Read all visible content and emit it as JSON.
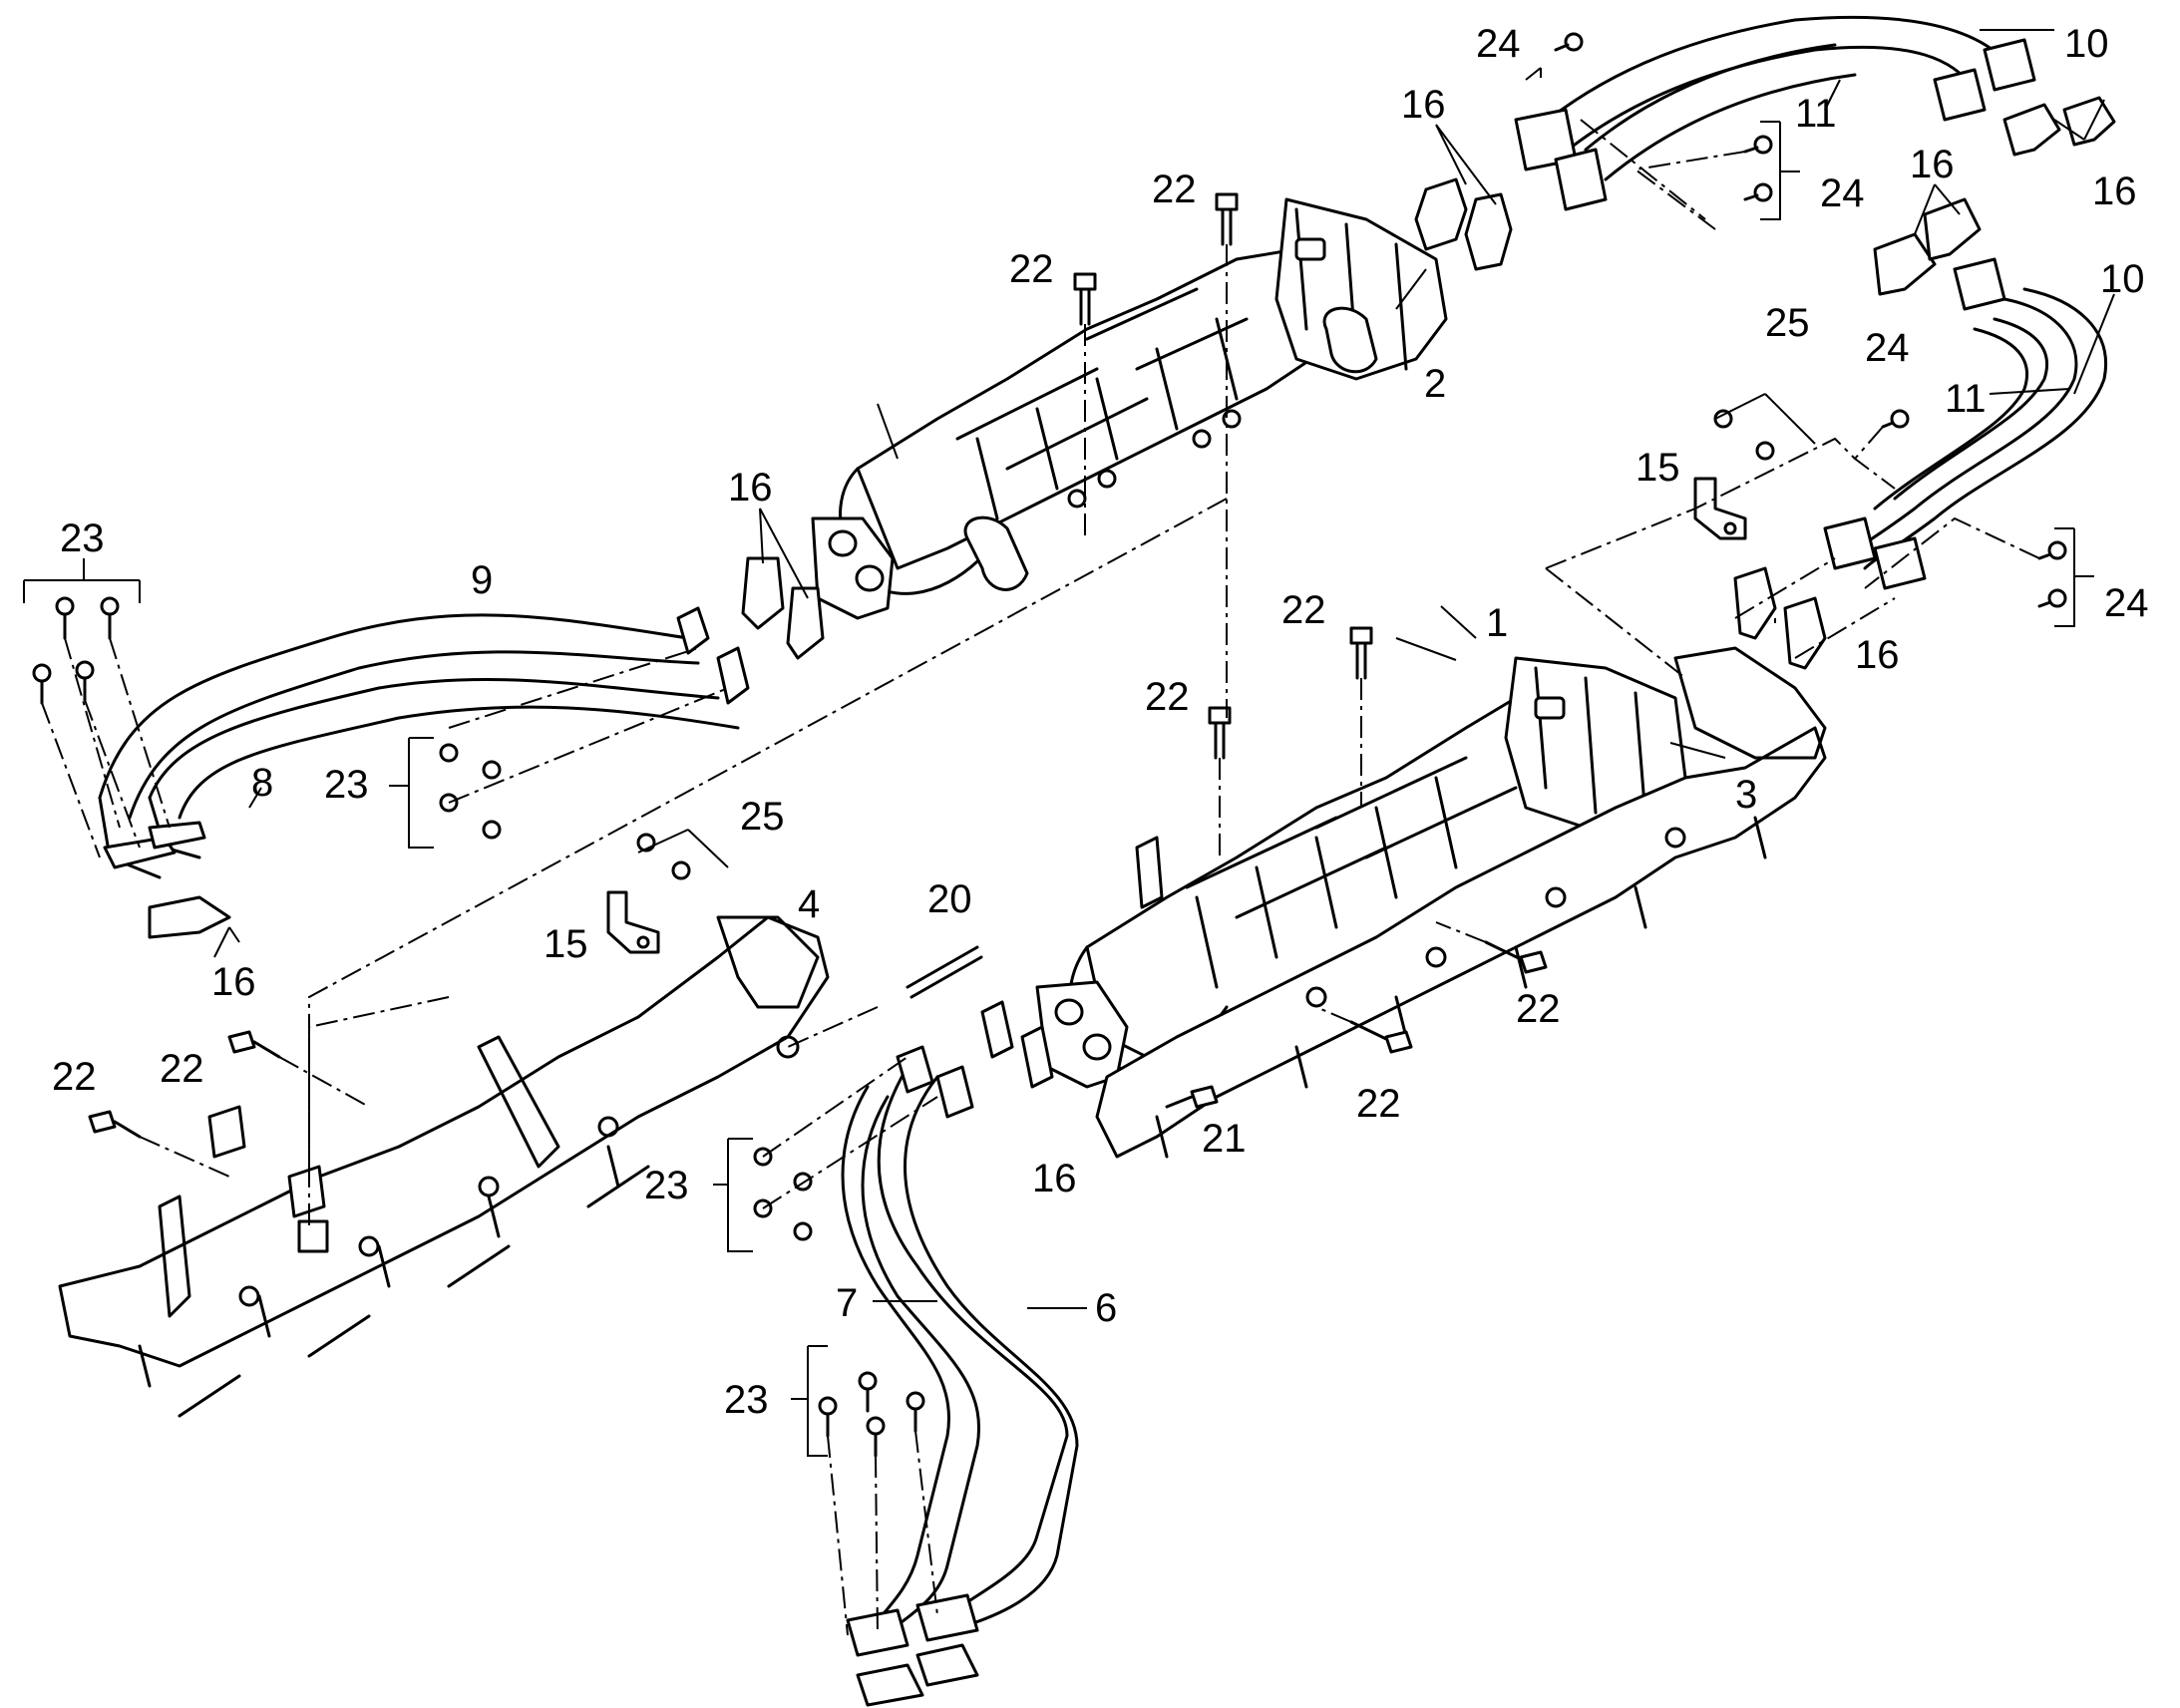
{
  "diagram": {
    "callouts": [
      {
        "id": "c1",
        "text": "1"
      },
      {
        "id": "c2",
        "text": "2"
      },
      {
        "id": "c3",
        "text": "3"
      },
      {
        "id": "c4",
        "text": "4"
      },
      {
        "id": "c6",
        "text": "6"
      },
      {
        "id": "c7",
        "text": "7"
      },
      {
        "id": "c8",
        "text": "8"
      },
      {
        "id": "c9",
        "text": "9"
      },
      {
        "id": "c10a",
        "text": "10"
      },
      {
        "id": "c10b",
        "text": "10"
      },
      {
        "id": "c11a",
        "text": "11"
      },
      {
        "id": "c11b",
        "text": "11"
      },
      {
        "id": "c15a",
        "text": "15"
      },
      {
        "id": "c15b",
        "text": "15"
      },
      {
        "id": "c16a",
        "text": "16"
      },
      {
        "id": "c16b",
        "text": "16"
      },
      {
        "id": "c16c",
        "text": "16"
      },
      {
        "id": "c16d",
        "text": "16"
      },
      {
        "id": "c16e",
        "text": "16"
      },
      {
        "id": "c16f",
        "text": "16"
      },
      {
        "id": "c16g",
        "text": "16"
      },
      {
        "id": "c20",
        "text": "20"
      },
      {
        "id": "c21",
        "text": "21"
      },
      {
        "id": "c22a",
        "text": "22"
      },
      {
        "id": "c22b",
        "text": "22"
      },
      {
        "id": "c22c",
        "text": "22"
      },
      {
        "id": "c22d",
        "text": "22"
      },
      {
        "id": "c22e",
        "text": "22"
      },
      {
        "id": "c22f",
        "text": "22"
      },
      {
        "id": "c22g",
        "text": "22"
      },
      {
        "id": "c22h",
        "text": "22"
      },
      {
        "id": "c23a",
        "text": "23"
      },
      {
        "id": "c23b",
        "text": "23"
      },
      {
        "id": "c23c",
        "text": "23"
      },
      {
        "id": "c23d",
        "text": "23"
      },
      {
        "id": "c24a",
        "text": "24"
      },
      {
        "id": "c24b",
        "text": "24"
      },
      {
        "id": "c24c",
        "text": "24"
      },
      {
        "id": "c24d",
        "text": "24"
      },
      {
        "id": "c25a",
        "text": "25"
      },
      {
        "id": "c25b",
        "text": "25"
      }
    ]
  }
}
